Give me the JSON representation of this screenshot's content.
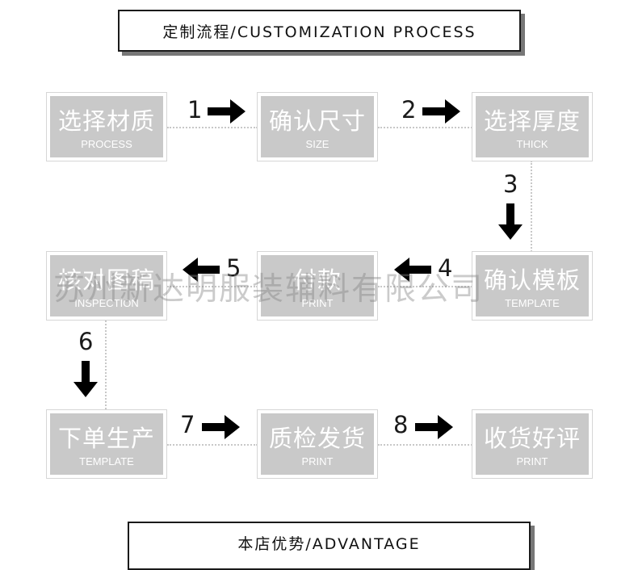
{
  "header": {
    "title": "定制流程/CUSTOMIZATION PROCESS"
  },
  "steps": [
    {
      "zh": "选择材质",
      "en": "PROCESS"
    },
    {
      "zh": "确认尺寸",
      "en": "SIZE"
    },
    {
      "zh": "选择厚度",
      "en": "THICK"
    },
    {
      "zh": "确认模板",
      "en": "TEMPLATE"
    },
    {
      "zh": "付款",
      "en": "PRINT"
    },
    {
      "zh": "核对图稿",
      "en": "INSPECTION"
    },
    {
      "zh": "下单生产",
      "en": "TEMPLATE"
    },
    {
      "zh": "质检发货",
      "en": "PRINT"
    },
    {
      "zh": "收货好评",
      "en": "PRINT"
    }
  ],
  "arrows": [
    {
      "number": "1",
      "direction": "right"
    },
    {
      "number": "2",
      "direction": "right"
    },
    {
      "number": "3",
      "direction": "down"
    },
    {
      "number": "4",
      "direction": "left"
    },
    {
      "number": "5",
      "direction": "left"
    },
    {
      "number": "6",
      "direction": "down"
    },
    {
      "number": "7",
      "direction": "right"
    },
    {
      "number": "8",
      "direction": "right"
    }
  ],
  "watermark": "苏州新达明服装辅料有限公司",
  "footer": {
    "title": "本店优势/ADVANTAGE"
  },
  "colors": {
    "box_fill": "#c9c9c9",
    "border": "#1a1a1a",
    "shadow": "#777777",
    "dots": "#c8c8c8"
  }
}
